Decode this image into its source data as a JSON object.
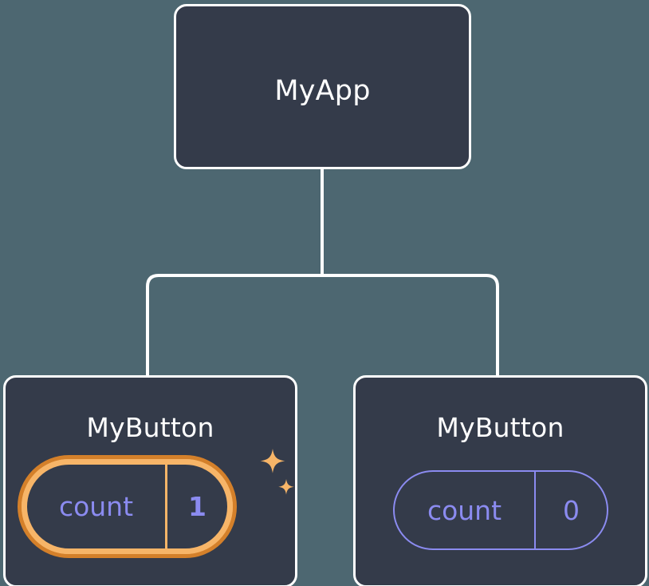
{
  "diagram": {
    "type": "component-tree",
    "background_color": "#4d6771",
    "node_fill": "#343b4a",
    "node_border": "#ffffff",
    "edge_color": "#ffffff",
    "state_text_color": "#8b8bf0",
    "highlight_outer_color": "#d4802a",
    "highlight_inner_color": "#f7b568",
    "sparkle_color": "#f7b568"
  },
  "root": {
    "title": "MyApp"
  },
  "children": [
    {
      "title": "MyButton",
      "state": {
        "key": "count",
        "value": "1"
      },
      "highlighted": true,
      "sparkle_icons": [
        "sparkle-large-icon",
        "sparkle-small-icon"
      ]
    },
    {
      "title": "MyButton",
      "state": {
        "key": "count",
        "value": "0"
      },
      "highlighted": false
    }
  ]
}
